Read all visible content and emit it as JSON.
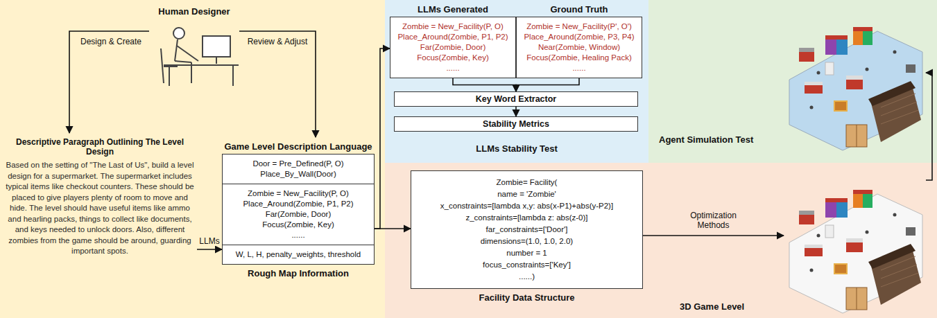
{
  "diagram": {
    "nodes": [
      {
        "text": [
          "Human Designer"
        ]
      },
      {
        "text": [
          "Descriptive Paragraph Outlining The Level Design",
          "Based on the setting of \"The Last of Us\", build a level design for a supermarket. The supermarket includes typical items like checkout counters. These should be placed to give players plenty of room to move and hide. The level should have useful items like ammo and hearling packs, things to collect like documents, and keys needed to unlock doors. Also, different zombies from the game should be around, guarding important spots."
        ]
      },
      {
        "text": [
          "Game Level Description Language",
          "Rough Map Information"
        ]
      },
      {
        "text": [
          "Door = Pre_Defined(P, O)",
          "Place_By_Wall(Door)"
        ],
        "in": 2
      },
      {
        "text": [
          "Zombie = New_Facility(P, O)",
          "Place_Around(Zombie, P1, P2)",
          "Far(Zombie, Door)",
          "Focus(Zombie, Key)",
          "......"
        ],
        "in": 2
      },
      {
        "text": [
          "W, L, H, penalty_weights, threshold"
        ],
        "in": 2
      },
      {
        "text": [
          "LLMs Generated",
          "Zombie = New_Facility(P, O)",
          "Place_Around(Zombie, P1, P2)",
          "Far(Zombie, Door)",
          "Focus(Zombie, Key)",
          "......"
        ]
      },
      {
        "text": [
          "Ground Truth",
          "Zombie = New_Facility(P', O')",
          "Place_Around(Zombie, P3, P4)",
          "Near(Zombie, Window)",
          "Focus(Zombie, Healing Pack)",
          "......"
        ]
      },
      {
        "text": [
          "Key Word Extractor"
        ]
      },
      {
        "text": [
          "Stability Metrics"
        ]
      },
      {
        "text": [
          "Zombie= Facility(",
          "name = 'Zombie'",
          "x_constraints=[lambda x,y: abs(x-P1)+abs(y-P2)]",
          "z_constraints=[lambda z: abs(z-0)]",
          "far_constraints=['Door']",
          "dimensions=(1.0, 1.0, 2.0)",
          "number = 1",
          "focus_constraints=['Key']",
          "......)",
          "Facility Data Structure"
        ]
      },
      {
        "text": [
          "3D Game Level"
        ]
      },
      {
        "text": [
          "Agent Simulation Test"
        ]
      }
    ],
    "edges": [
      {
        "from": 0,
        "to": 1,
        "arrow": "to",
        "label": "Design & Create"
      },
      {
        "from": 0,
        "to": 2,
        "arrow": "to",
        "label": "Review & Adjust"
      },
      {
        "from": 1,
        "to": 2,
        "arrow": "to",
        "label": "LLMs"
      },
      {
        "from": 2,
        "to": 10,
        "arrow": "to"
      },
      {
        "from": 2,
        "to": 6,
        "arrow": "to"
      },
      {
        "from": 6,
        "to": 8,
        "arrow": "to"
      },
      {
        "from": 7,
        "to": 8,
        "arrow": "to"
      },
      {
        "from": 8,
        "to": 9,
        "arrow": "to"
      },
      {
        "from": 10,
        "to": 11,
        "arrow": "to",
        "label": "Optimization Methods"
      },
      {
        "from": 11,
        "to": 12,
        "arrow": "to"
      }
    ],
    "labels": [
      "LLMs Stability Test"
    ]
  }
}
